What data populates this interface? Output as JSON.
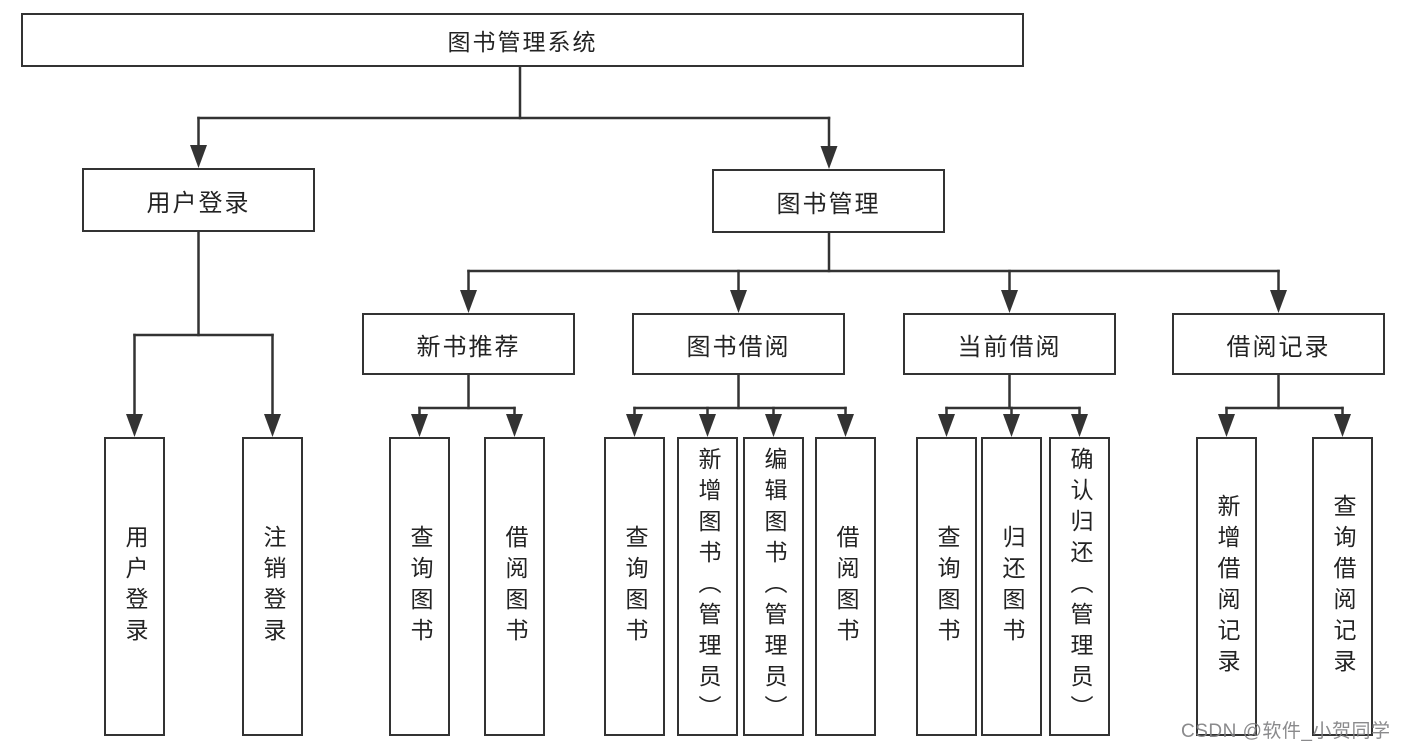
{
  "colors": {
    "line": "#333333",
    "box_border": "#333333",
    "text": "#232323",
    "watermark": "#808082",
    "background": "#ffffff"
  },
  "watermark": "CSDN @软件_小贺同学",
  "tree": {
    "root": {
      "label": "图书管理系统"
    },
    "level2": [
      {
        "label": "用户登录"
      },
      {
        "label": "图书管理"
      }
    ],
    "level3": [
      {
        "label": "新书推荐"
      },
      {
        "label": "图书借阅"
      },
      {
        "label": "当前借阅"
      },
      {
        "label": "借阅记录"
      }
    ],
    "leaves": [
      {
        "label": "用户登录"
      },
      {
        "label": "注销登录"
      },
      {
        "label": "查询图书"
      },
      {
        "label": "借阅图书"
      },
      {
        "label": "查询图书"
      },
      {
        "label": "新增图书（管理员）"
      },
      {
        "label": "编辑图书（管理员）"
      },
      {
        "label": "借阅图书"
      },
      {
        "label": "查询图书"
      },
      {
        "label": "归还图书"
      },
      {
        "label": "确认归还（管理员）"
      },
      {
        "label": "新增借阅记录"
      },
      {
        "label": "查询借阅记录"
      }
    ]
  }
}
